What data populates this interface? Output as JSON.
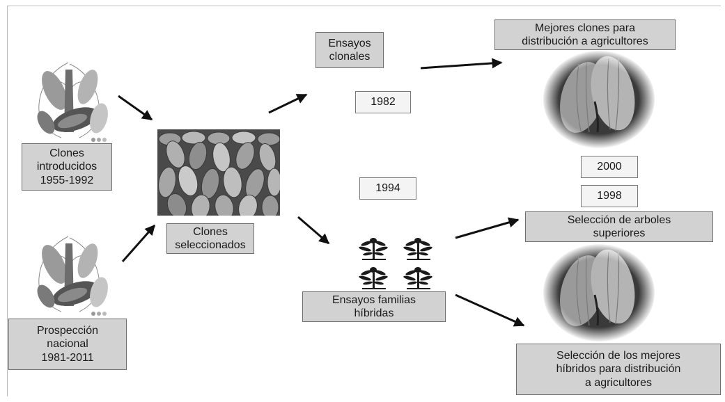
{
  "nodes": {
    "clones_introducidos": "Clones\nintroducidos\n1955-1992",
    "prospeccion_nacional": "Prospección\nnacional\n1981-2011",
    "clones_seleccionados": "Clones\nseleccionados",
    "ensayos_clonales": "Ensayos\nclonales",
    "ensayos_familias": "Ensayos familias\nhíbridas",
    "mejores_clones": "Mejores clones para\ndistribución a agricultores",
    "seleccion_arboles": "Selección de arboles\nsuperiores",
    "seleccion_hibridos": "Selección de los mejores\nhíbridos para distribución\na agricultores"
  },
  "years": {
    "y1982": "1982",
    "y1994": "1994",
    "y2000": "2000",
    "y1998": "1998"
  },
  "images": [
    "cacao-tree-illustration",
    "cacao-tree-illustration",
    "cacao-pods-pile-photo",
    "hybrid-seedlings-icon",
    "cacao-pod-circle-photo",
    "cacao-pod-circle-photo"
  ],
  "colors": {
    "box_fill": "#d2d2d2",
    "box_border": "#6e6e6e",
    "year_fill": "#f4f4f4",
    "arrow": "#111111"
  }
}
